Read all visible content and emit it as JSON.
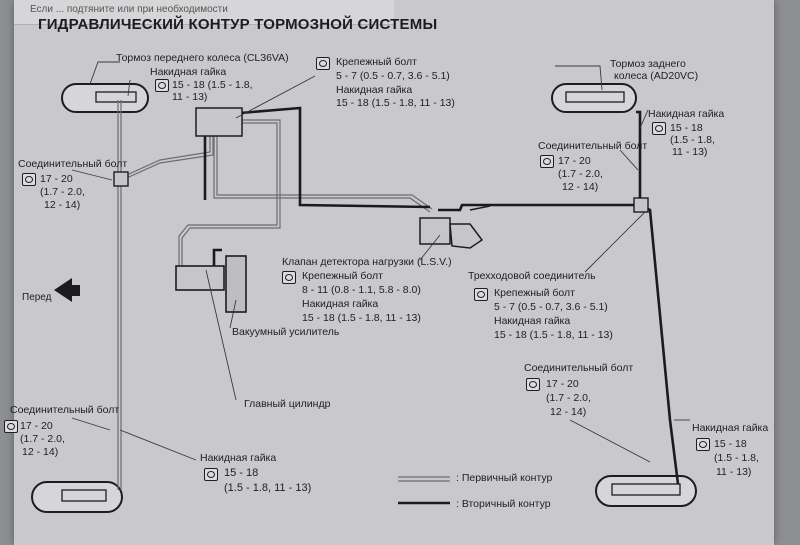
{
  "header": {
    "top_text": "Если ... подтяните или при необходимости"
  },
  "title": "ГИДРАВЛИЧЕСКИЙ КОНТУР ТОРМОЗНОЙ СИСТЕМЫ",
  "labels": {
    "front_brake": "Тормоз переднего колеса (CL36VA)",
    "front_nut": "Накидная гайка",
    "front_nut_v1": "15 - 18 (1.5 - 1.8,",
    "front_nut_v2": "11 - 13)",
    "mount_bolt_top": "Крепежный болт",
    "mount_bolt_top_v": "5 - 7 (0.5 - 0.7, 3.6 - 5.1)",
    "nut_top": "Накидная гайка",
    "nut_top_v": "15 - 18 (1.5 - 1.8, 11 - 13)",
    "rear_brake_1": "Тормоз заднего",
    "rear_brake_2": "колеса (AD20VC)",
    "rear_nut": "Накидная гайка",
    "rear_nut_v1": "15 - 18",
    "rear_nut_v2": "(1.5 - 1.8,",
    "rear_nut_v3": "11 - 13)",
    "conn_bolt_rt": "Соединительный болт",
    "conn_bolt_rt_v1": "17 - 20",
    "conn_bolt_rt_v2": "(1.7 - 2.0,",
    "conn_bolt_rt_v3": "12 - 14)",
    "conn_bolt_lt": "Соединительный болт",
    "conn_bolt_lt_v1": "17 - 20",
    "conn_bolt_lt_v2": "(1.7 - 2.0,",
    "conn_bolt_lt_v3": "12 - 14)",
    "forward": "Перед",
    "lsv": "Клапан детектора нагрузки (L.S.V.)",
    "lsv_bolt": "Крепежный болт",
    "lsv_bolt_v": "8 - 11 (0.8 - 1.1, 5.8 - 8.0)",
    "lsv_nut": "Накидная гайка",
    "lsv_nut_v": "15 - 18 (1.5 - 1.8, 11 - 13)",
    "vacuum": "Вакуумный усилитель",
    "tee": "Трехходовой соединитель",
    "tee_bolt": "Крепежный болт",
    "tee_bolt_v": "5 - 7 (0.5 - 0.7, 3.6 - 5.1)",
    "tee_nut": "Накидная гайка",
    "tee_nut_v": "15 - 18 (1.5 - 1.8, 11 - 13)",
    "master": "Главный цилиндр",
    "conn_bolt_lb": "Соединительный болт",
    "conn_bolt_lb_v1": "17 - 20",
    "conn_bolt_lb_v2": "(1.7 - 2.0,",
    "conn_bolt_lb_v3": "12 - 14)",
    "nut_lb": "Накидная гайка",
    "nut_lb_v1": "15 - 18",
    "nut_lb_v2": "(1.5 - 1.8, 11 - 13)",
    "conn_bolt_rb": "Соединительный болт",
    "conn_bolt_rb_v1": "17 - 20",
    "conn_bolt_rb_v2": "(1.7 - 2.0,",
    "conn_bolt_rb_v3": "12 - 14)",
    "nut_rb": "Накидная гайка",
    "nut_rb_v1": "15 - 18",
    "nut_rb_v2": "(1.5 - 1.8,",
    "nut_rb_v3": "11 - 13)"
  },
  "legend": {
    "primary": ": Первичный контур",
    "secondary": ": Вторичный контур"
  },
  "colors": {
    "primary_line": "#6c6c70",
    "secondary_line": "#1a1a1c"
  }
}
